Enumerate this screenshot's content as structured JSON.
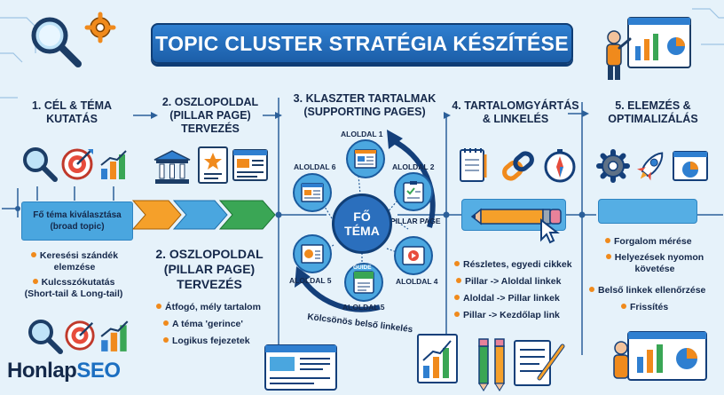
{
  "title": "TOPIC CLUSTER STRATÉGIA KÉSZÍTÉSE",
  "steps": {
    "s1": {
      "title_lines": [
        "1. CÉL & TÉMA",
        "KUTATÁS"
      ],
      "box_lines": [
        "Fő téma kiválasztása",
        "(broad topic)"
      ],
      "bullets": [
        "Keresési szándék",
        "elemzése",
        "Kulcsszókutatás",
        "(Short-tail & Long-tail)"
      ]
    },
    "s2": {
      "title_lines": [
        "2. OSZLOPOLDAL",
        "(PILLAR PAGE)",
        "TERVEZÉS"
      ],
      "big_title_lines": [
        "2. OSZLOPOLDAL",
        "(PILLAR PAGE)",
        "TERVEZÉS"
      ],
      "bullets": [
        "Átfogó, mély tartalom",
        "A téma 'gerince'",
        "Logikus fejezetek"
      ]
    },
    "s3": {
      "title_lines": [
        "3. KLASZTER TARTALMAK",
        "(SUPPORTING PAGES)"
      ],
      "hub_lines": [
        "FŐ",
        "TÉMA"
      ],
      "pages": [
        "ALOLDAL 1",
        "ALOLDAL 2",
        "PILLAR PAGE",
        "ALOLDAL 4",
        "ALOLDAL 5",
        "ALOLDAL 6",
        "ALOLDAL 5"
      ],
      "guide_label": "GUIDE",
      "arc_label": "Kölcsönös belső linkelés"
    },
    "s4": {
      "title_lines": [
        "4. TARTALOMGYÁRTÁS",
        "& LINKELÉS"
      ],
      "bullets": [
        "Részletes, egyedi cikkek",
        "Pillar -> Aloldal linkek",
        "Aloldal -> Pillar linkek",
        "Pillar -> Kezdőlap link"
      ]
    },
    "s5": {
      "title_lines": [
        "5. ELEMZÉS &",
        "OPTIMALIZÁLÁS"
      ],
      "bullets": [
        "Forgalom mérése",
        "Helyezések nyomon",
        "követése",
        "Belső linkek ellenőrzése",
        "Frissítés"
      ]
    }
  },
  "logo": {
    "main": "Honlap",
    "accent": "SEO"
  },
  "colors": {
    "accent": "#f08a1c",
    "primary": "#1c5ea8",
    "band": "#4aa6df"
  },
  "icons": [
    "magnifier-icon",
    "gear-icon",
    "target-icon",
    "bar-chart-icon",
    "building-icon",
    "star-doc-icon",
    "webpage-icon",
    "notebook-icon",
    "chain-icon",
    "compass-icon",
    "pencil-icon",
    "rocket-icon",
    "pie-chart-icon",
    "person-icon",
    "cursor-icon",
    "video-icon",
    "checklist-icon"
  ]
}
